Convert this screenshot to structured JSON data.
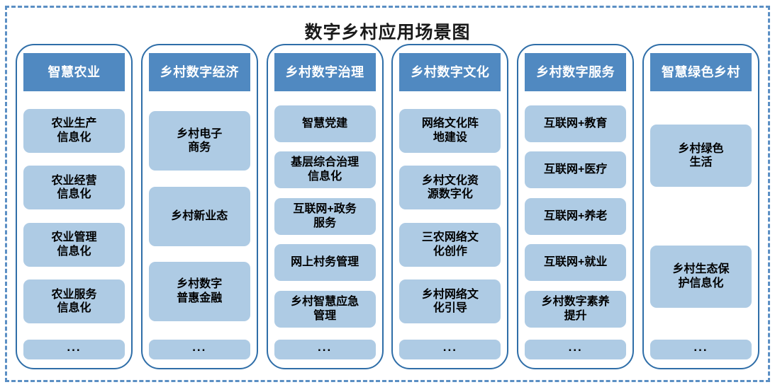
{
  "title": "数字乡村应用场景图",
  "ellipsis_label": "...",
  "colors": {
    "frame_border": "#5b8fc4",
    "column_border": "#2f6ea8",
    "header_bg": "#5089c1",
    "header_text": "#ffffff",
    "item_bg": "#aecbe4",
    "item_text": "#000000",
    "page_bg": "#ffffff"
  },
  "columns": [
    {
      "header": "智慧农业",
      "items": [
        "农业生产\n信息化",
        "农业经营\n信息化",
        "农业管理\n信息化",
        "农业服务\n信息化"
      ],
      "ellipsis": "..."
    },
    {
      "header": "乡村数字经济",
      "items": [
        "乡村电子\n商务",
        "乡村新业态",
        "乡村数字\n普惠金融"
      ],
      "ellipsis": "..."
    },
    {
      "header": "乡村数字治理",
      "items": [
        "智慧党建",
        "基层综合治理\n信息化",
        "互联网+政务\n服务",
        "网上村务管理",
        "乡村智慧应急\n管理"
      ],
      "ellipsis": "..."
    },
    {
      "header": "乡村数字文化",
      "items": [
        "网络文化阵\n地建设",
        "乡村文化资\n源数字化",
        "三农网络文\n化创作",
        "乡村网络文\n化引导"
      ],
      "ellipsis": "..."
    },
    {
      "header": "乡村数字服务",
      "items": [
        "互联网+教育",
        "互联网+医疗",
        "互联网+养老",
        "互联网+就业",
        "乡村数字素养\n提升"
      ],
      "ellipsis": "..."
    },
    {
      "header": "智慧绿色乡村",
      "items": [
        "乡村绿色\n生活",
        "乡村生态保\n护信息化"
      ],
      "ellipsis": "..."
    }
  ]
}
